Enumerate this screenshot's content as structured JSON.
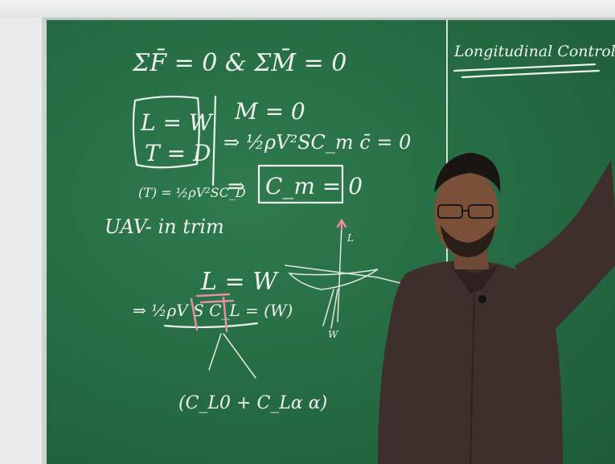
{
  "board": {
    "eq_equilibrium": "ΣF̄ = 0 & ΣM̄ = 0",
    "eq_lift_weight": "L = W",
    "eq_thrust_drag": "T = D",
    "eq_thrust_formula": "(T) = ½ρV²SC_D",
    "eq_moment": "M = 0",
    "eq_moment_expand": "⇒ ½ρV²SC_m c̄ = 0",
    "eq_cm": "⇒",
    "eq_cm_box": "C_m = 0",
    "note_trim": "UAV- in trim",
    "eq_lift_weight_2": "L = W",
    "eq_lift_expand": "⇒ ½ρV S C_L = (W)",
    "eq_cl_expand": "(C_L0 + C_Lα α)",
    "title_right": "Longitudinal Control -",
    "diagram_label_lift": "L",
    "diagram_label_weight": "W"
  },
  "colors": {
    "board": "#256a42",
    "chalk": "#eef2ee",
    "highlight": "#e58fa0",
    "shirt": "#3e2f2c"
  }
}
